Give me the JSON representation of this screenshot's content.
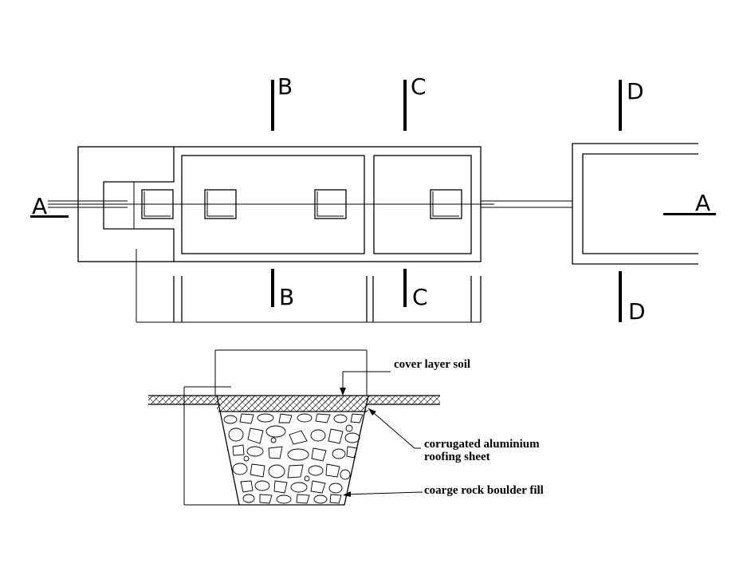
{
  "section_markers": {
    "a_left": "A",
    "a_right": "A",
    "b_top": "B",
    "b_bottom": "B",
    "c_top": "C",
    "c_bottom": "C",
    "d_top": "D",
    "d_bottom": "D"
  },
  "callouts": {
    "cover_layer": "cover layer soil",
    "sheet_line1": "corrugated aluminium",
    "sheet_line2": "roofing sheet",
    "fill": "coarge rock boulder fill"
  }
}
